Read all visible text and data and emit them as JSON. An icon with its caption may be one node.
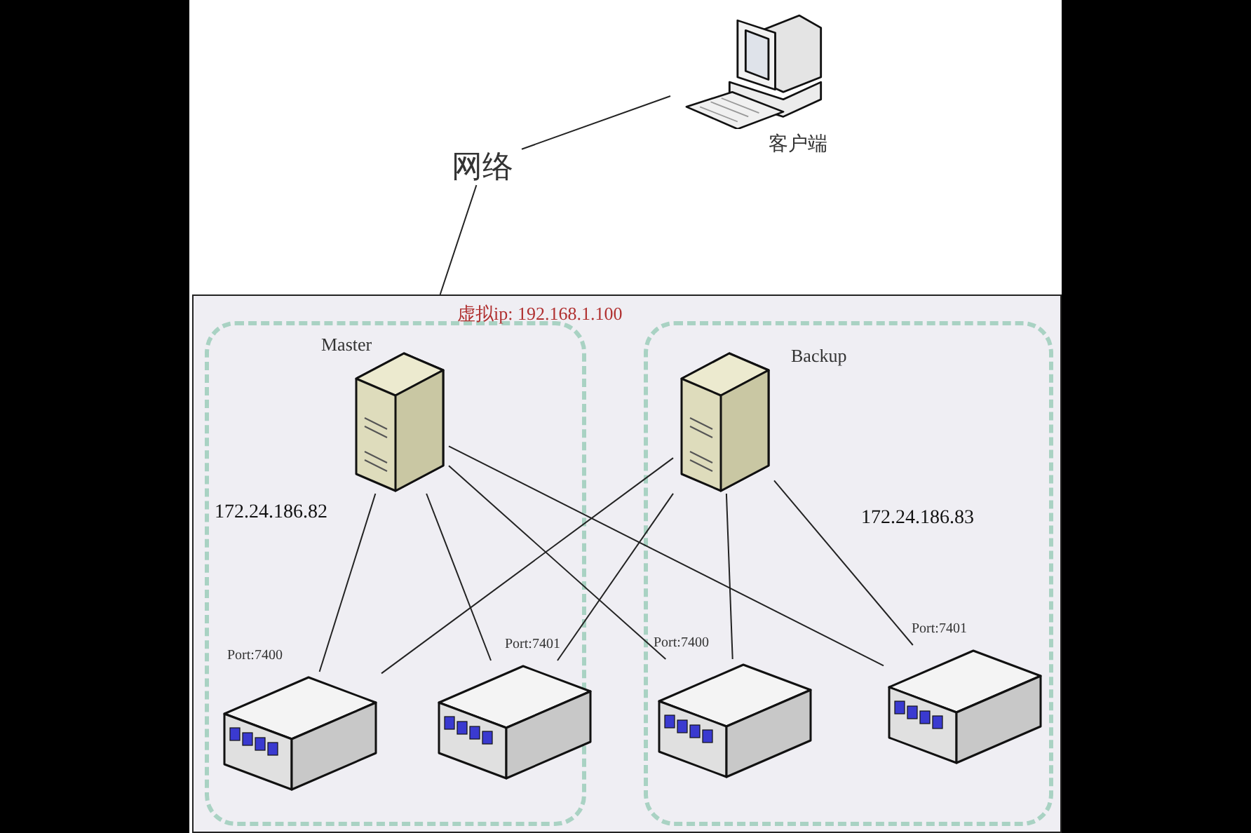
{
  "diagram": {
    "nodes": [
      {
        "text": [
          "网络"
        ]
      },
      {
        "text": [],
        "shape": "picture",
        "beside": [
          "客户端"
        ]
      },
      {
        "text": [
          "虚拟ip: 192.168.1.100"
        ]
      },
      {
        "text": [
          "Master",
          "172.24.186.82"
        ],
        "in": 2
      },
      {
        "text": [],
        "shape": "picture",
        "in": 3
      },
      {
        "text": [],
        "shape": "picture",
        "in": 3,
        "beside": [
          "Port:7400"
        ]
      },
      {
        "text": [],
        "shape": "picture",
        "in": 3,
        "beside": [
          "Port:7401"
        ]
      },
      {
        "text": [
          "Backup",
          "172.24.186.83"
        ],
        "in": 2
      },
      {
        "text": [],
        "shape": "picture",
        "in": 7
      },
      {
        "text": [],
        "shape": "picture",
        "in": 7,
        "beside": [
          "Port:7400"
        ]
      },
      {
        "text": [],
        "shape": "picture",
        "in": 7,
        "beside": [
          "Port:7401"
        ]
      }
    ],
    "edges": [
      {
        "from": 0,
        "to": 1,
        "arrow": "none"
      },
      {
        "from": 0,
        "to": 2,
        "arrow": "none"
      },
      {
        "from": 4,
        "to": 5,
        "arrow": "none"
      },
      {
        "from": 4,
        "to": 6,
        "arrow": "none"
      },
      {
        "from": 4,
        "to": 9,
        "arrow": "none"
      },
      {
        "from": 4,
        "to": 10,
        "arrow": "none"
      },
      {
        "from": 8,
        "to": 5,
        "arrow": "none"
      },
      {
        "from": 8,
        "to": 6,
        "arrow": "none"
      },
      {
        "from": 8,
        "to": 9,
        "arrow": "none"
      },
      {
        "from": 8,
        "to": 10,
        "arrow": "none"
      }
    ]
  }
}
